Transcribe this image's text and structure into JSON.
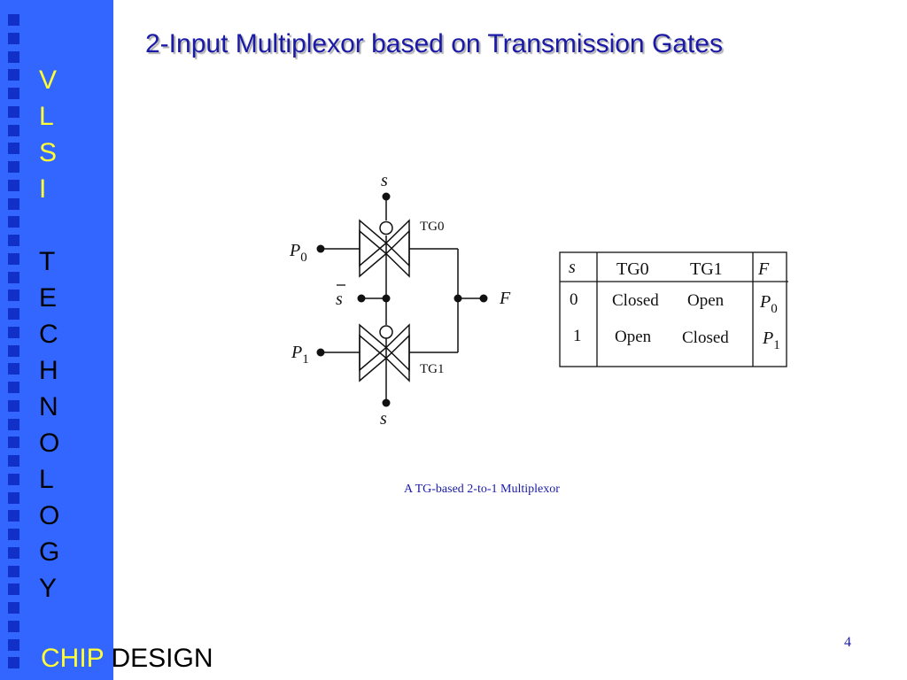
{
  "sidebar": {
    "vlsi_letters": [
      "V",
      "L",
      "S",
      "I"
    ],
    "technology_letters": [
      "T",
      "E",
      "C",
      "H",
      "N",
      "O",
      "L",
      "O",
      "G",
      "Y"
    ],
    "footer_chip": "CHIP",
    "footer_design": "DESIGN",
    "colors": {
      "background": "#3366ff",
      "squares": "#1030c8",
      "accent_text": "#ffff33"
    }
  },
  "slide": {
    "title": "2-Input Multiplexor based on Transmission Gates",
    "caption": "A TG-based 2-to-1 Multiplexor",
    "page_number": "4",
    "title_color": "#1a1aa6"
  },
  "circuit": {
    "s_top": "s",
    "s_bar": "s",
    "s_bottom": "s",
    "p0_base": "P",
    "p0_sub": "0",
    "p1_base": "P",
    "p1_sub": "1",
    "output": "F",
    "tg0_label": "TG0",
    "tg1_label": "TG1"
  },
  "truth_table": {
    "headers": [
      "s",
      "TG0",
      "TG1",
      "F"
    ],
    "rows": [
      {
        "s": "0",
        "tg0": "Closed",
        "tg1": "Open",
        "f_base": "P",
        "f_sub": "0"
      },
      {
        "s": "1",
        "tg0": "Open",
        "tg1": "Closed",
        "f_base": "P",
        "f_sub": "1"
      }
    ]
  }
}
